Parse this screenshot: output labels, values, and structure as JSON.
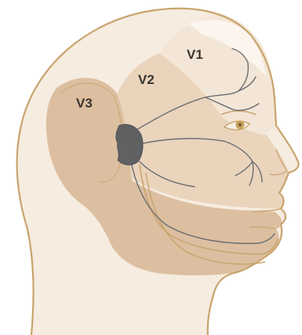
{
  "labels": {
    "v1": "V1",
    "v2": "V2",
    "v3": "V3"
  },
  "colors": {
    "background": "#ffffff",
    "outline": "#c9a46e",
    "skin": "#f6ece0",
    "zone_v1": "#f3e6d6",
    "zone_v2": "#ead4bc",
    "zone_v3": "#dcbfa0",
    "nerve": "#6b6e70",
    "ganglion": "#5f6163"
  }
}
